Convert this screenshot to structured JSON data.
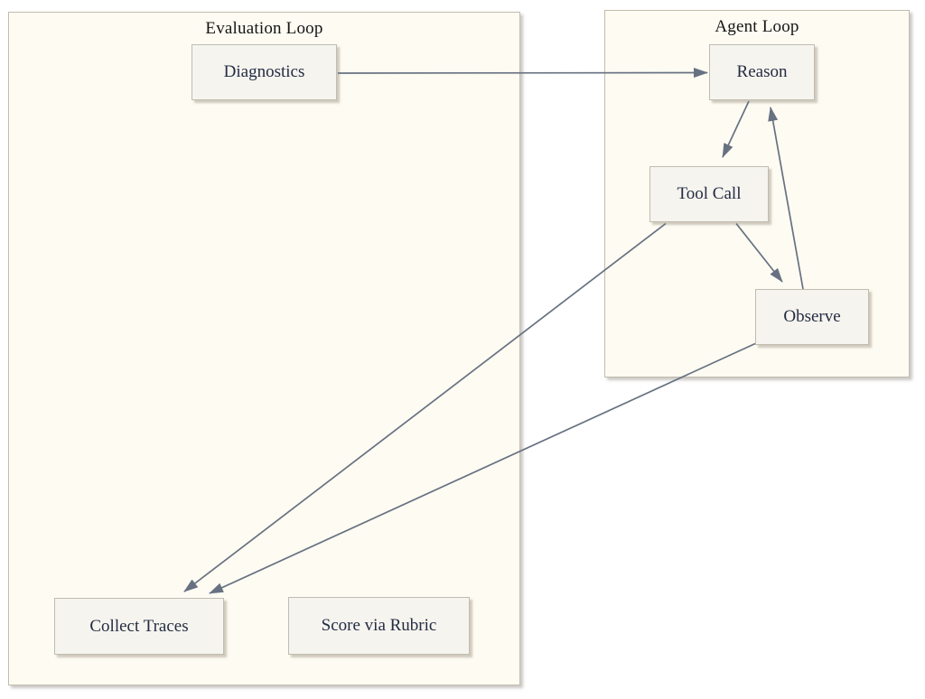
{
  "diagram": {
    "groups": [
      {
        "id": "evaluation-loop",
        "title": "Evaluation Loop"
      },
      {
        "id": "agent-loop",
        "title": "Agent Loop"
      }
    ],
    "nodes": [
      {
        "id": "diagnostics",
        "label": "Diagnostics",
        "group": "evaluation-loop"
      },
      {
        "id": "reason",
        "label": "Reason",
        "group": "agent-loop"
      },
      {
        "id": "tool-call",
        "label": "Tool Call",
        "group": "agent-loop"
      },
      {
        "id": "observe",
        "label": "Observe",
        "group": "agent-loop"
      },
      {
        "id": "collect-traces",
        "label": "Collect Traces",
        "group": "evaluation-loop"
      },
      {
        "id": "score-via-rubric",
        "label": "Score via Rubric",
        "group": "evaluation-loop"
      }
    ],
    "edges": [
      {
        "from": "diagnostics",
        "to": "reason"
      },
      {
        "from": "reason",
        "to": "tool-call"
      },
      {
        "from": "tool-call",
        "to": "observe"
      },
      {
        "from": "observe",
        "to": "reason"
      },
      {
        "from": "tool-call",
        "to": "collect-traces"
      },
      {
        "from": "observe",
        "to": "collect-traces"
      }
    ],
    "colors": {
      "arrow": "#677181",
      "node_fill": "#f6f4ee",
      "node_border": "#c0bcb2",
      "group_fill": "#fdfbf2",
      "group_border": "#c3bcae",
      "label_text": "#232c44",
      "title_text": "#151515"
    }
  }
}
